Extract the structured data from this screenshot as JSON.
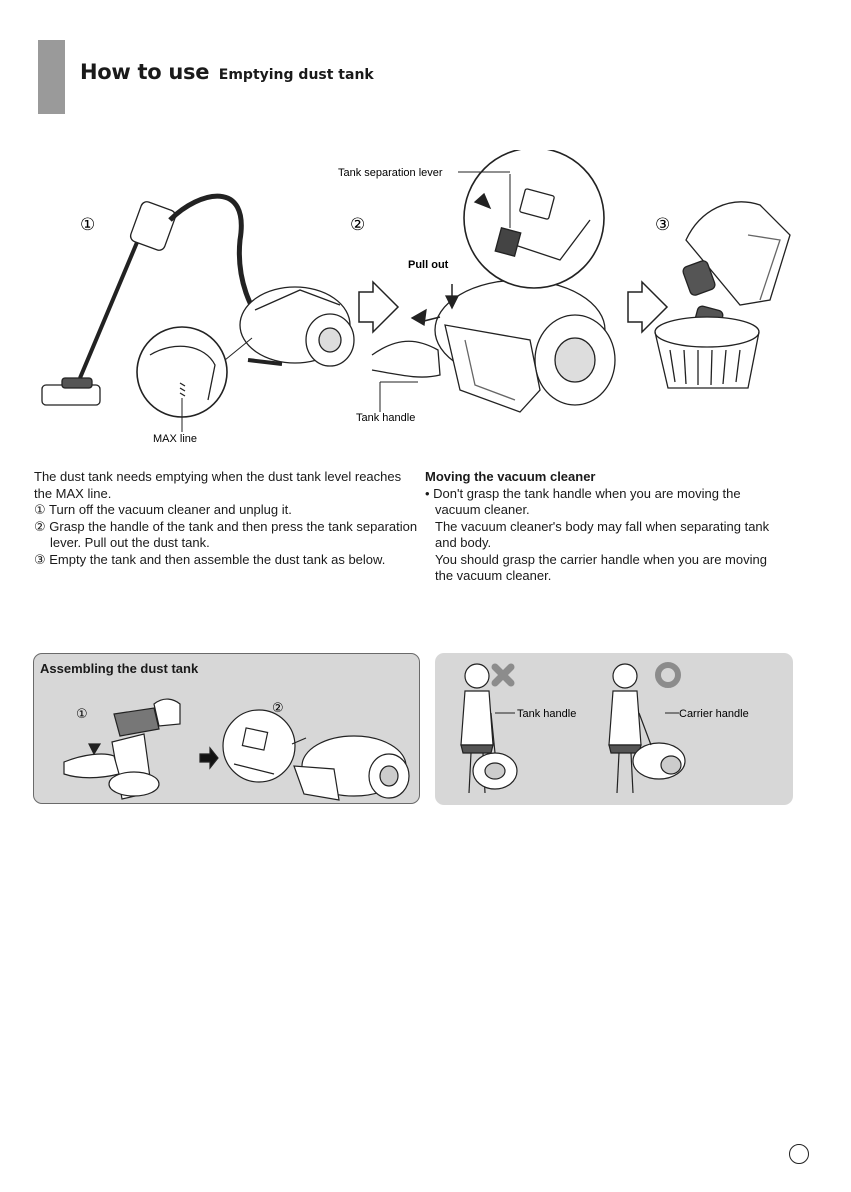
{
  "header": {
    "title_main": "How to use",
    "title_sub": "Emptying dust tank"
  },
  "illustration": {
    "steps": [
      "①",
      "②",
      "③"
    ],
    "callouts": {
      "tank_separation_lever": "Tank separation lever",
      "pull_out": "Pull out",
      "max_line": "MAX line",
      "tank_handle": "Tank handle"
    }
  },
  "instructions": {
    "intro": "The dust tank needs emptying when the dust tank level reaches the MAX line.",
    "steps": [
      "① Turn off the vacuum cleaner and unplug it.",
      "② Grasp the handle of the tank and then press the tank separation lever. Pull out the dust tank.",
      "③ Empty the tank and then assemble the dust tank as below."
    ]
  },
  "moving": {
    "heading": "Moving the vacuum cleaner",
    "bullet": "• Don't grasp the tank handle when you are moving the vacuum cleaner.",
    "line2": "The vacuum cleaner's body may fall when separating tank and body.",
    "line3": "You should grasp the carrier handle when you are moving the vacuum cleaner."
  },
  "assembling": {
    "title": "Assembling the dust tank",
    "steps": [
      "①",
      "②"
    ]
  },
  "carrying": {
    "wrong_label": "Tank handle",
    "right_label": "Carrier handle",
    "wrong_mark": "x-mark-icon",
    "right_mark": "circle-mark-icon"
  },
  "colors": {
    "header_bar": "#9a9a9a",
    "box_fill": "#d7d7d7",
    "mark_gray": "#8c8c8c"
  }
}
